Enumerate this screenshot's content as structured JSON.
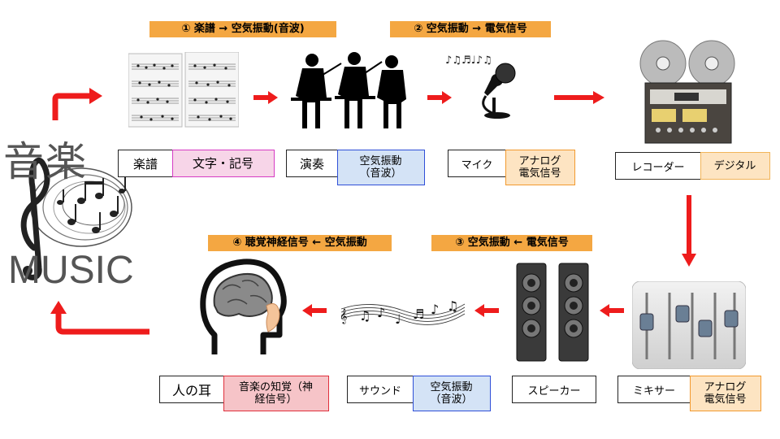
{
  "stages": {
    "s1": "① 楽譜 → 空気振動(音波)",
    "s2": "② 空気振動 → 電気信号",
    "s3": "③ 空気振動 ← 電気信号",
    "s4": "④ 聴覚神経信号 ← 空気振動"
  },
  "logo": {
    "top_text": "音楽",
    "bottom_text": "MUSIC"
  },
  "nodes": {
    "score": {
      "name": "楽譜",
      "type": "文字・記号"
    },
    "perform": {
      "name": "演奏",
      "type": "空気振動\n（音波）"
    },
    "mic": {
      "name": "マイク",
      "type": "アナログ\n電気信号"
    },
    "recorder": {
      "name": "レコーダー",
      "type": "デジタル"
    },
    "mixer": {
      "name": "ミキサー",
      "type": "アナログ\n電気信号"
    },
    "speaker": {
      "name": "スピーカー"
    },
    "sound": {
      "name": "サウンド",
      "type": "空気振動\n（音波）"
    },
    "ear": {
      "name": "人の耳",
      "type": "音楽の知覚（神\n経信号）"
    }
  },
  "colors": {
    "arrow": "#ee1c1c",
    "stage_bg": "#f4a742"
  }
}
